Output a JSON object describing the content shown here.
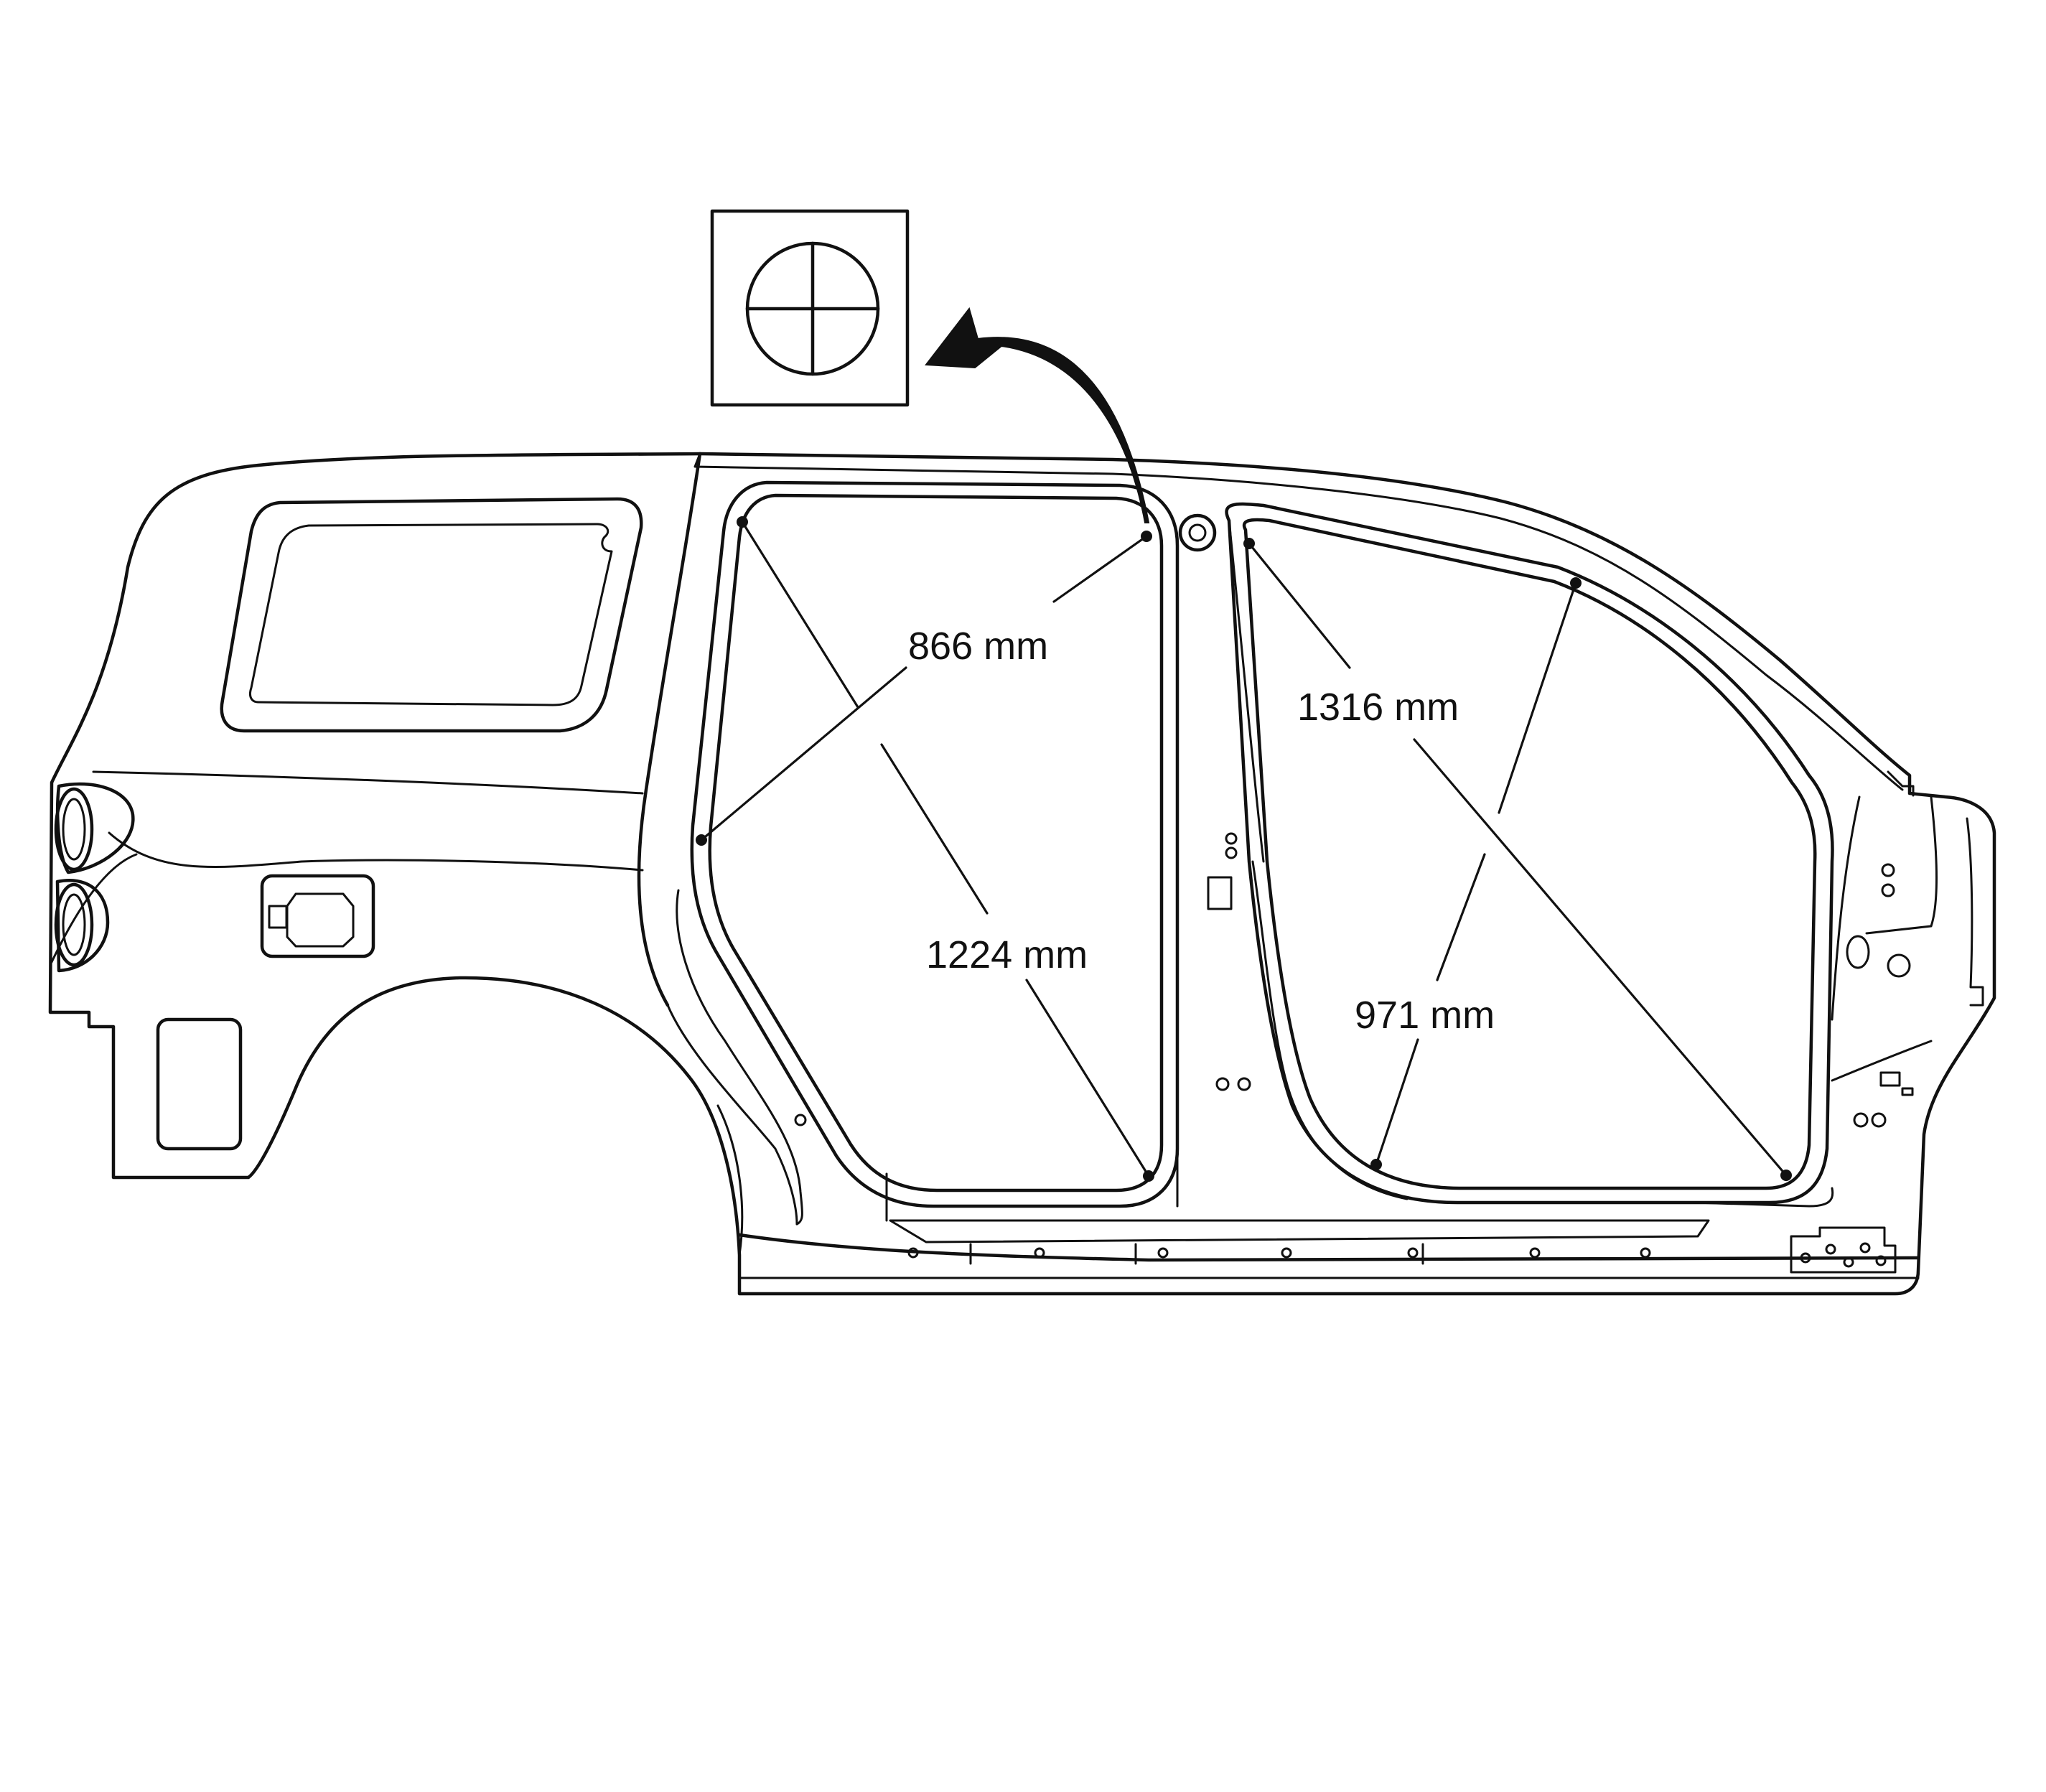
{
  "diagram": {
    "dimensions": {
      "rear_opening_diagonal_a": "866 mm",
      "rear_opening_diagonal_b": "1224 mm",
      "front_opening_diagonal_a": "1316 mm",
      "front_opening_diagonal_b": "971 mm"
    },
    "inset": {
      "symbol": "measurement-point-symbol"
    }
  }
}
